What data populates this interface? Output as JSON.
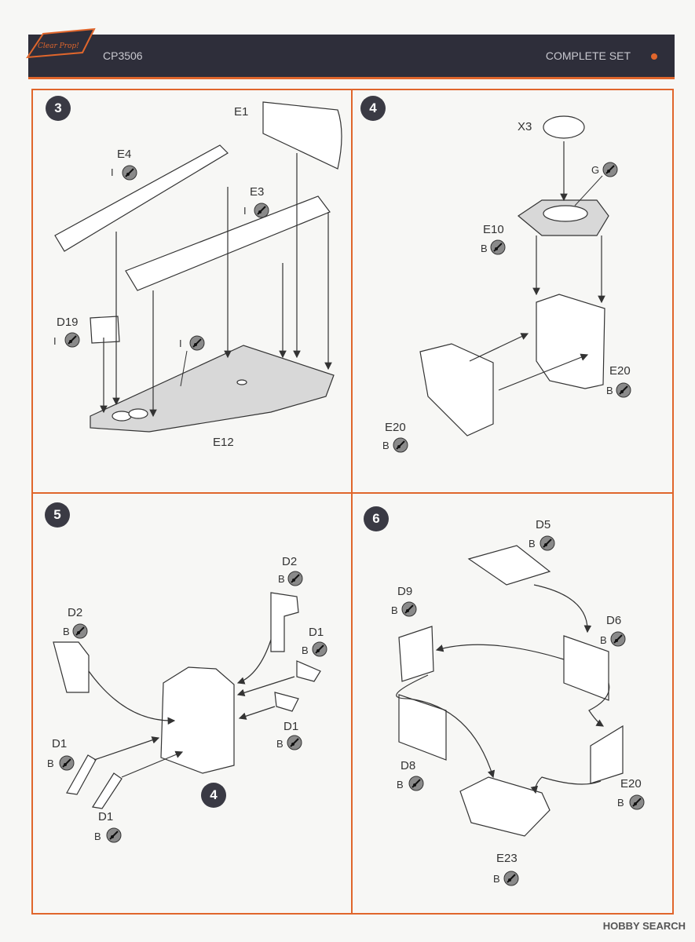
{
  "header": {
    "code": "CP3506",
    "title": "COMPLETE SET"
  },
  "steps": {
    "s3": "3",
    "s4": "4",
    "s5": "5",
    "s6": "6",
    "ref4": "4"
  },
  "labels": {
    "e1": "E1",
    "e4": "E4",
    "e3": "E3",
    "d19": "D19",
    "e12": "E12",
    "x3": "X3",
    "g": "G",
    "e10": "E10",
    "e20a": "E20",
    "e20b": "E20",
    "d2a": "D2",
    "d2b": "D2",
    "d1a": "D1",
    "d1b": "D1",
    "d1c": "D1",
    "d1d": "D1",
    "d5": "D5",
    "d9": "D9",
    "d6": "D6",
    "d8": "D8",
    "e20c": "E20",
    "e23": "E23"
  },
  "colors": {
    "i": "I",
    "b": "B"
  },
  "footer": "HOBBY SEARCH"
}
